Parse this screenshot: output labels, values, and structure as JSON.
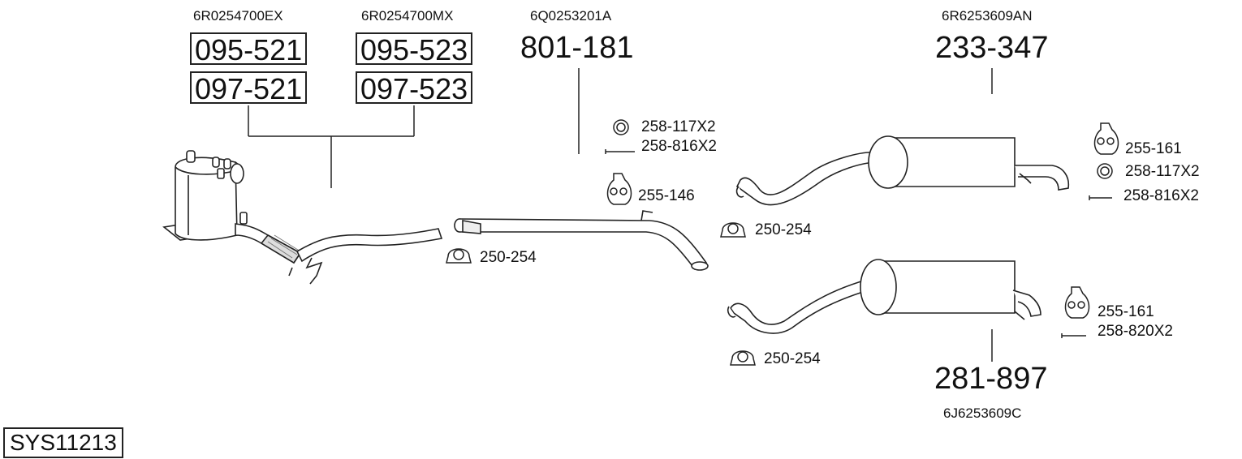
{
  "oem_codes": {
    "dpf_ex": "6R0254700EX",
    "dpf_mx": "6R0254700MX",
    "middle": "6Q0253201A",
    "rear_upper": "6R6253609AN",
    "rear_lower": "6J6253609C"
  },
  "part_numbers": {
    "dpf_a_top": "095-521",
    "dpf_a_bottom": "097-521",
    "dpf_b_top": "095-523",
    "dpf_b_bottom": "097-523",
    "middle_pipe": "801-181",
    "rear_muffler_upper": "233-347",
    "rear_muffler_lower": "281-897"
  },
  "fittings": {
    "gasket_mid": "258-117X2",
    "bolt_mid": "258-816X2",
    "hanger_mid": "255-146",
    "clamp_front": "250-254",
    "clamp_mid": "250-254",
    "clamp_lower": "250-254",
    "hanger_rear_upper": "255-161",
    "gasket_rear_upper": "258-117X2",
    "bolt_rear_upper": "258-816X2",
    "hanger_rear_lower": "255-161",
    "bolt_rear_lower": "258-820X2"
  },
  "system_id": "SYS11213"
}
